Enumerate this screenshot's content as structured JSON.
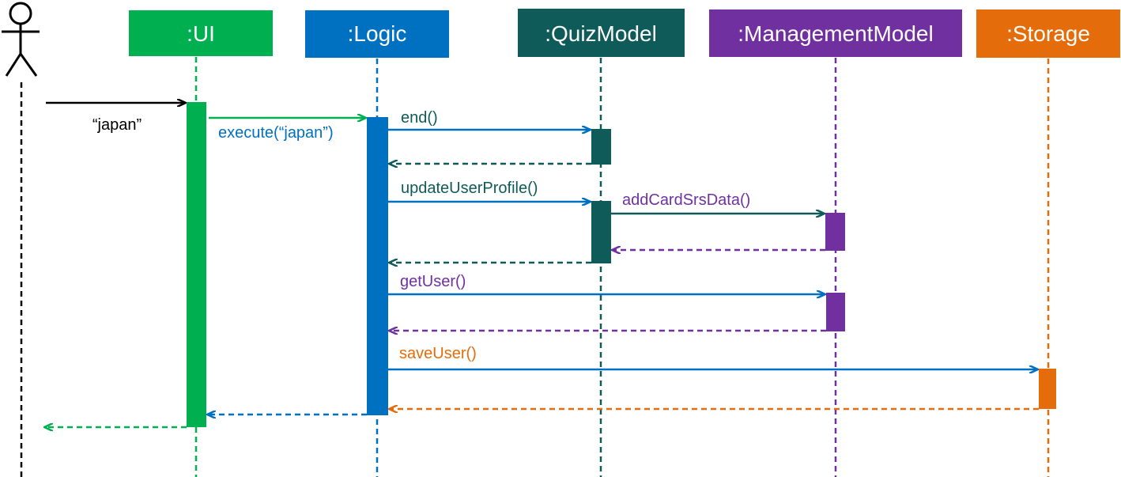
{
  "colors": {
    "ui": "#00b050",
    "logic": "#0070c0",
    "quizmodel": "#0e5b59",
    "management": "#7030a0",
    "storage": "#e46c0a",
    "actor": "#000000"
  },
  "participants": [
    {
      "key": "ui",
      "label": ":UI"
    },
    {
      "key": "logic",
      "label": ":Logic"
    },
    {
      "key": "quizmodel",
      "label": ":QuizModel"
    },
    {
      "key": "management",
      "label": ":ManagementModel"
    },
    {
      "key": "storage",
      "label": ":Storage"
    }
  ],
  "messages": {
    "user_input": "“japan”",
    "execute": "execute(“japan”)",
    "end": "end()",
    "update_user_profile": "updateUserProfile()",
    "add_card_srs_data": "addCardSrsData()",
    "get_user": "getUser()",
    "save_user": "saveUser()"
  }
}
